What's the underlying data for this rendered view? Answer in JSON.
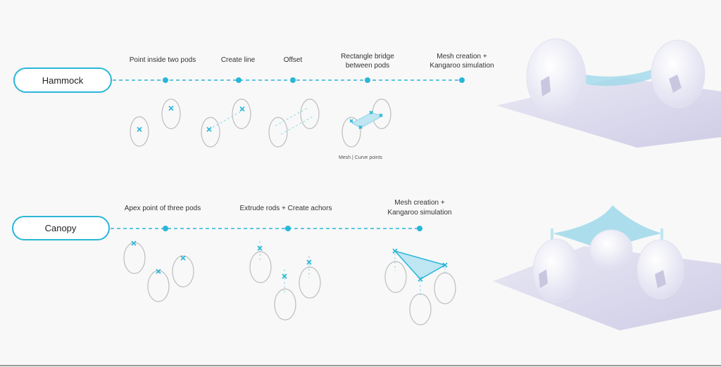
{
  "accent": "#29b6d8",
  "hammock": {
    "title": "Hammock",
    "steps": [
      {
        "label": "Point inside two pods"
      },
      {
        "label": "Create line"
      },
      {
        "label": "Offset"
      },
      {
        "label_line1": "Rectangle bridge",
        "label_line2": "between pods"
      },
      {
        "label_line1": "Mesh creation +",
        "label_line2": "Kangaroo simulation"
      }
    ],
    "note": "Mesh | Curve points"
  },
  "canopy": {
    "title": "Canopy",
    "steps": [
      {
        "label": "Apex point of three pods"
      },
      {
        "label": "Extrude rods + Create achors"
      },
      {
        "label_line1": "Mesh creation +",
        "label_line2": "Kangaroo simulation"
      }
    ]
  }
}
